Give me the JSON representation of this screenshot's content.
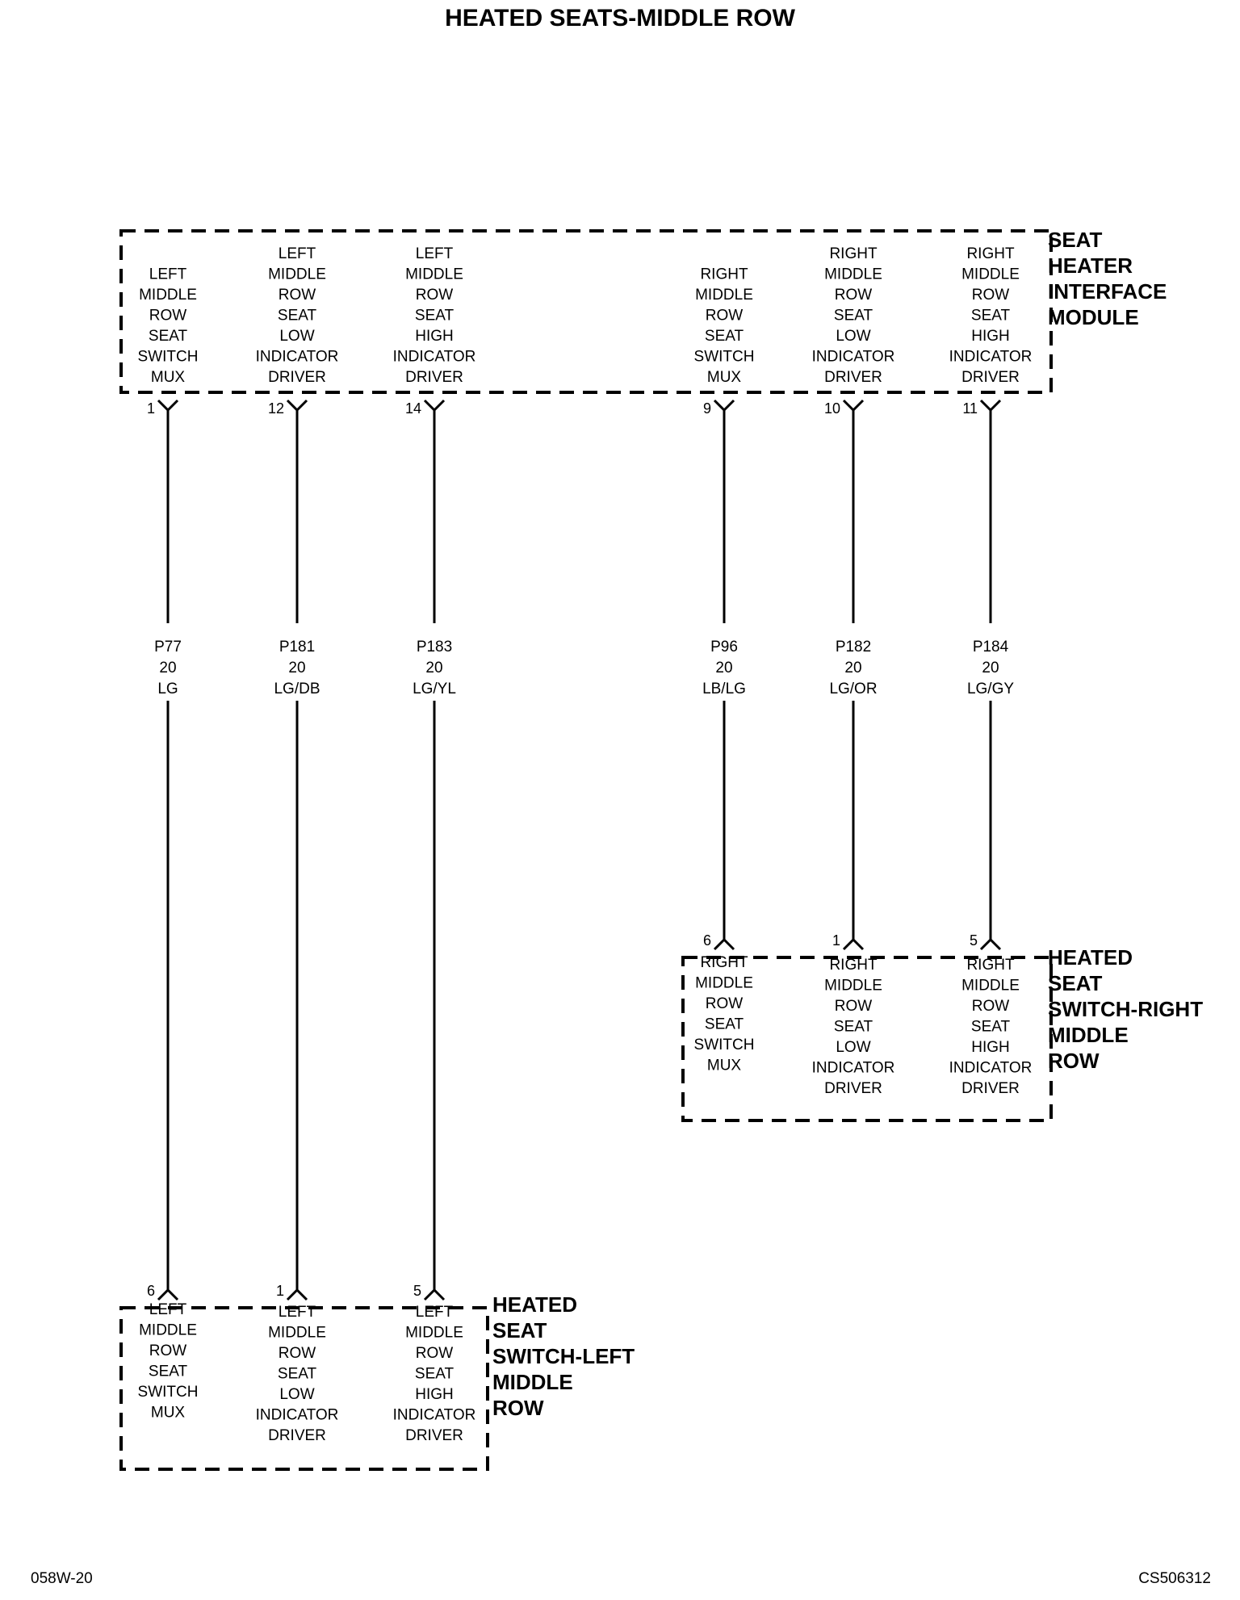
{
  "title": "HEATED SEATS-MIDDLE ROW",
  "footer": {
    "left": "058W-20",
    "right": "CS506312"
  },
  "modules": {
    "interface": {
      "name": [
        "SEAT",
        "HEATER",
        "INTERFACE",
        "MODULE"
      ],
      "pins": [
        {
          "pin": "1",
          "label": [
            "LEFT",
            "MIDDLE",
            "ROW",
            "SEAT",
            "SWITCH",
            "MUX"
          ]
        },
        {
          "pin": "12",
          "label": [
            "LEFT",
            "MIDDLE",
            "ROW",
            "SEAT",
            "LOW",
            "INDICATOR",
            "DRIVER"
          ]
        },
        {
          "pin": "14",
          "label": [
            "LEFT",
            "MIDDLE",
            "ROW",
            "SEAT",
            "HIGH",
            "INDICATOR",
            "DRIVER"
          ]
        },
        {
          "pin": "9",
          "label": [
            "RIGHT",
            "MIDDLE",
            "ROW",
            "SEAT",
            "SWITCH",
            "MUX"
          ]
        },
        {
          "pin": "10",
          "label": [
            "RIGHT",
            "MIDDLE",
            "ROW",
            "SEAT",
            "LOW",
            "INDICATOR",
            "DRIVER"
          ]
        },
        {
          "pin": "11",
          "label": [
            "RIGHT",
            "MIDDLE",
            "ROW",
            "SEAT",
            "HIGH",
            "INDICATOR",
            "DRIVER"
          ]
        }
      ]
    },
    "right_switch": {
      "name": [
        "HEATED",
        "SEAT",
        "SWITCH-RIGHT",
        "MIDDLE",
        "ROW"
      ],
      "pins": [
        {
          "pin": "6",
          "label": [
            "RIGHT",
            "MIDDLE",
            "ROW",
            "SEAT",
            "SWITCH",
            "MUX"
          ]
        },
        {
          "pin": "1",
          "label": [
            "RIGHT",
            "MIDDLE",
            "ROW",
            "SEAT",
            "LOW",
            "INDICATOR",
            "DRIVER"
          ]
        },
        {
          "pin": "5",
          "label": [
            "RIGHT",
            "MIDDLE",
            "ROW",
            "SEAT",
            "HIGH",
            "INDICATOR",
            "DRIVER"
          ]
        }
      ]
    },
    "left_switch": {
      "name": [
        "HEATED",
        "SEAT",
        "SWITCH-LEFT",
        "MIDDLE",
        "ROW"
      ],
      "pins": [
        {
          "pin": "6",
          "label": [
            "LEFT",
            "MIDDLE",
            "ROW",
            "SEAT",
            "SWITCH",
            "MUX"
          ]
        },
        {
          "pin": "1",
          "label": [
            "LEFT",
            "MIDDLE",
            "ROW",
            "SEAT",
            "LOW",
            "INDICATOR",
            "DRIVER"
          ]
        },
        {
          "pin": "5",
          "label": [
            "LEFT",
            "MIDDLE",
            "ROW",
            "SEAT",
            "HIGH",
            "INDICATOR",
            "DRIVER"
          ]
        }
      ]
    }
  },
  "wires": [
    {
      "circuit": "P77",
      "gauge": "20",
      "color": "LG"
    },
    {
      "circuit": "P181",
      "gauge": "20",
      "color": "LG/DB"
    },
    {
      "circuit": "P183",
      "gauge": "20",
      "color": "LG/YL"
    },
    {
      "circuit": "P96",
      "gauge": "20",
      "color": "LB/LG"
    },
    {
      "circuit": "P182",
      "gauge": "20",
      "color": "LG/OR"
    },
    {
      "circuit": "P184",
      "gauge": "20",
      "color": "LG/GY"
    }
  ]
}
